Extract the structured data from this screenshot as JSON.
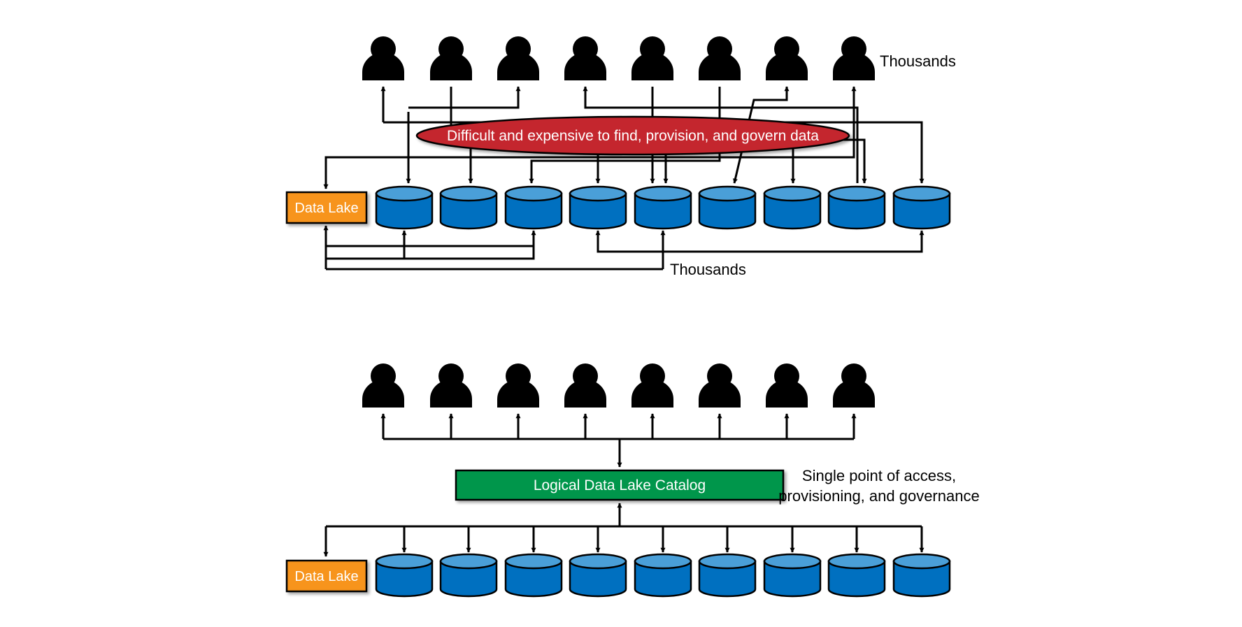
{
  "top_panel": {
    "users_label": "Thousands",
    "data_lake_label": "Data Lake",
    "problem_label": "Difficult and expensive to find, provision, and govern data",
    "sources_label": "Thousands",
    "user_count": 8,
    "database_count": 9
  },
  "bottom_panel": {
    "data_lake_label": "Data Lake",
    "catalog_label": "Logical Data Lake Catalog",
    "catalog_note_line1": "Single point of access,",
    "catalog_note_line2": "provisioning, and governance",
    "user_count": 8,
    "database_count": 9
  },
  "colors": {
    "data_lake_fill": "#f7941d",
    "database_fill": "#0070c0",
    "database_top": "#4a9fd8",
    "problem_fill": "#c4262e",
    "catalog_fill": "#00964b",
    "user_fill": "#000000",
    "line": "#000000"
  },
  "icons": {
    "user": "person-silhouette-icon",
    "database": "database-cylinder-icon"
  }
}
